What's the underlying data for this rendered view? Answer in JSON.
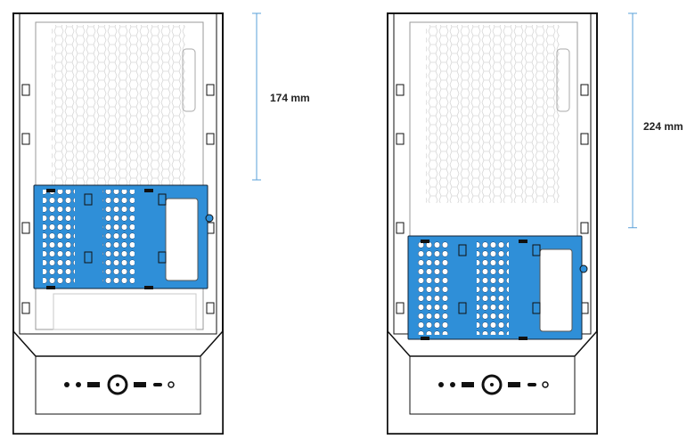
{
  "colors": {
    "cage": "#2f8fd8",
    "line": "#111111",
    "faint": "#c8c8c8",
    "dimension": "#5aa0d8"
  },
  "cases": [
    {
      "id": "case-left",
      "cage_position": "upper",
      "dimension": {
        "value": 174,
        "label": "174 mm"
      }
    },
    {
      "id": "case-right",
      "cage_position": "lower",
      "dimension": {
        "value": 224,
        "label": "224 mm"
      }
    }
  ]
}
